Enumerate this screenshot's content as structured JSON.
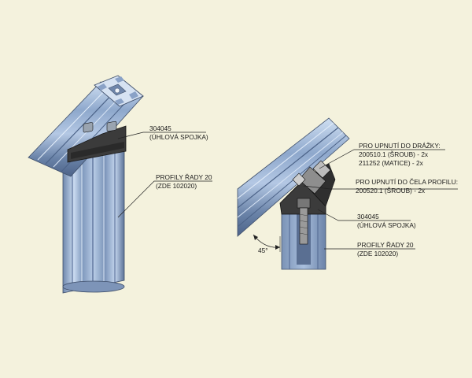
{
  "left_view": {
    "connector_label": {
      "part": "304045",
      "desc": "(ÚHLOVÁ SPOJKA)"
    },
    "profile_label": {
      "part": "PROFILY ŘADY 20",
      "desc": "(ZDE 102020)"
    }
  },
  "right_view": {
    "groove_label": {
      "title": "PRO UPNUTÍ DO DRÁŽKY:",
      "line1": "200510.1 (ŠROUB) - 2x",
      "line2": "211252 (MATICE) - 2x"
    },
    "face_label": {
      "title": "PRO UPNUTÍ DO ČELA PROFILU:",
      "line1": "200520.1 (ŠROUB) - 2x"
    },
    "connector_label": {
      "part": "304045",
      "desc": "(ÚHLOVÁ SPOJKA)"
    },
    "profile_label": {
      "part": "PROFILY ŘADY 20",
      "desc": "(ZDE 102020)"
    },
    "angle_label": "45°"
  },
  "colors": {
    "background": "#f4f2dd",
    "profile_light": "#b9cde6",
    "profile_mid": "#8ea8cc",
    "profile_dark": "#5c7398",
    "connector": "#3b3b3b",
    "leader": "#222222"
  }
}
